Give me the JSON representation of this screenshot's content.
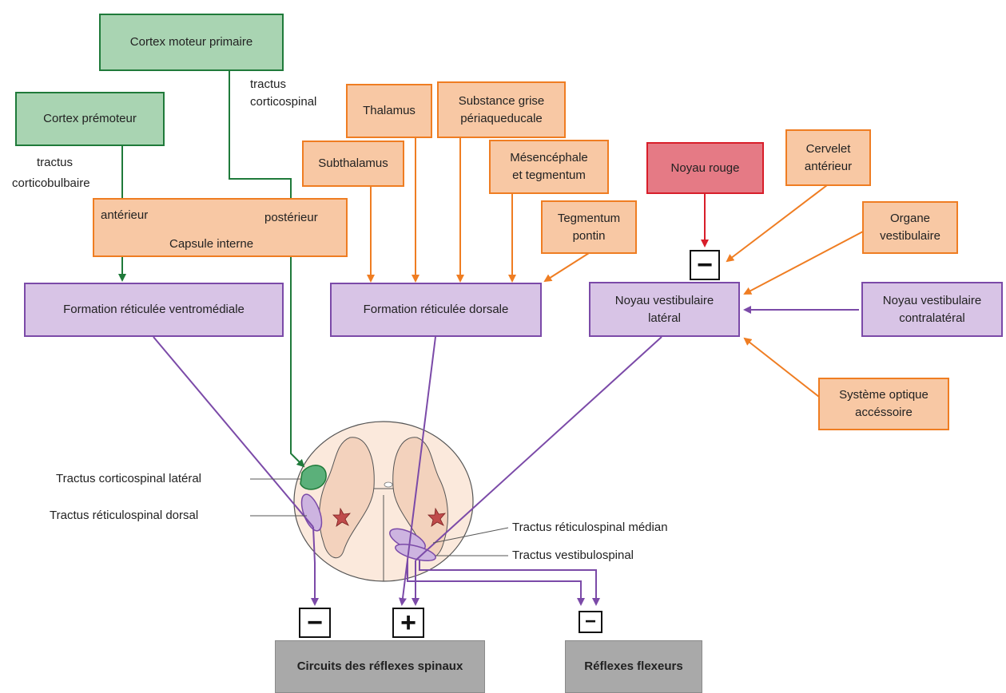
{
  "boxes": {
    "cortex_moteur_primaire": "Cortex moteur primaire",
    "cortex_premoteur": "Cortex prémoteur",
    "thalamus": "Thalamus",
    "substance_grise_l1": "Substance grise",
    "substance_grise_l2": "périaqueducale",
    "subthalamus": "Subthalamus",
    "mesencephale_l1": "Mésencéphale",
    "mesencephale_l2": "et tegmentum",
    "tegmentum_pontin_l1": "Tegmentum",
    "tegmentum_pontin_l2": "pontin",
    "noyau_rouge": "Noyau rouge",
    "cervelet_l1": "Cervelet",
    "cervelet_l2": "antérieur",
    "organe_vestibulaire_l1": "Organe",
    "organe_vestibulaire_l2": "vestibulaire",
    "capsule_interne": "Capsule interne",
    "capsule_anterieur": "antérieur",
    "capsule_posterieur": "postérieur",
    "formation_ventromediale": "Formation réticulée ventromédiale",
    "formation_dorsale": "Formation réticulée dorsale",
    "noyau_vestibulaire_lateral_l1": "Noyau vestibulaire",
    "noyau_vestibulaire_lateral_l2": "latéral",
    "noyau_vestibulaire_contra_l1": "Noyau vestibulaire",
    "noyau_vestibulaire_contra_l2": "contralatéral",
    "systeme_optique_l1": "Système optique",
    "systeme_optique_l2": "accéssoire",
    "circuits_reflexes": "Circuits des réflexes spinaux",
    "reflexes_flexeurs": "Réflexes flexeurs"
  },
  "labels": {
    "tractus_corticospinal_l1": "tractus",
    "tractus_corticospinal_l2": "corticospinal",
    "tractus_corticobulbaire_l1": "tractus",
    "tractus_corticobulbaire_l2": "corticobulbaire",
    "tractus_corticospinal_lateral": "Tractus corticospinal latéral",
    "tractus_reticulospinal_dorsal": "Tractus réticulospinal dorsal",
    "tractus_reticulospinal_median": "Tractus réticulospinal médian",
    "tractus_vestibulospinal": "Tractus vestibulospinal"
  },
  "signs": {
    "minus": "−",
    "plus": "+"
  },
  "colors": {
    "green": "#1f7a3a",
    "orange": "#ef7d22",
    "red": "#d81e2a",
    "purple": "#7b4aa8",
    "grey": "#a9a9a9"
  }
}
